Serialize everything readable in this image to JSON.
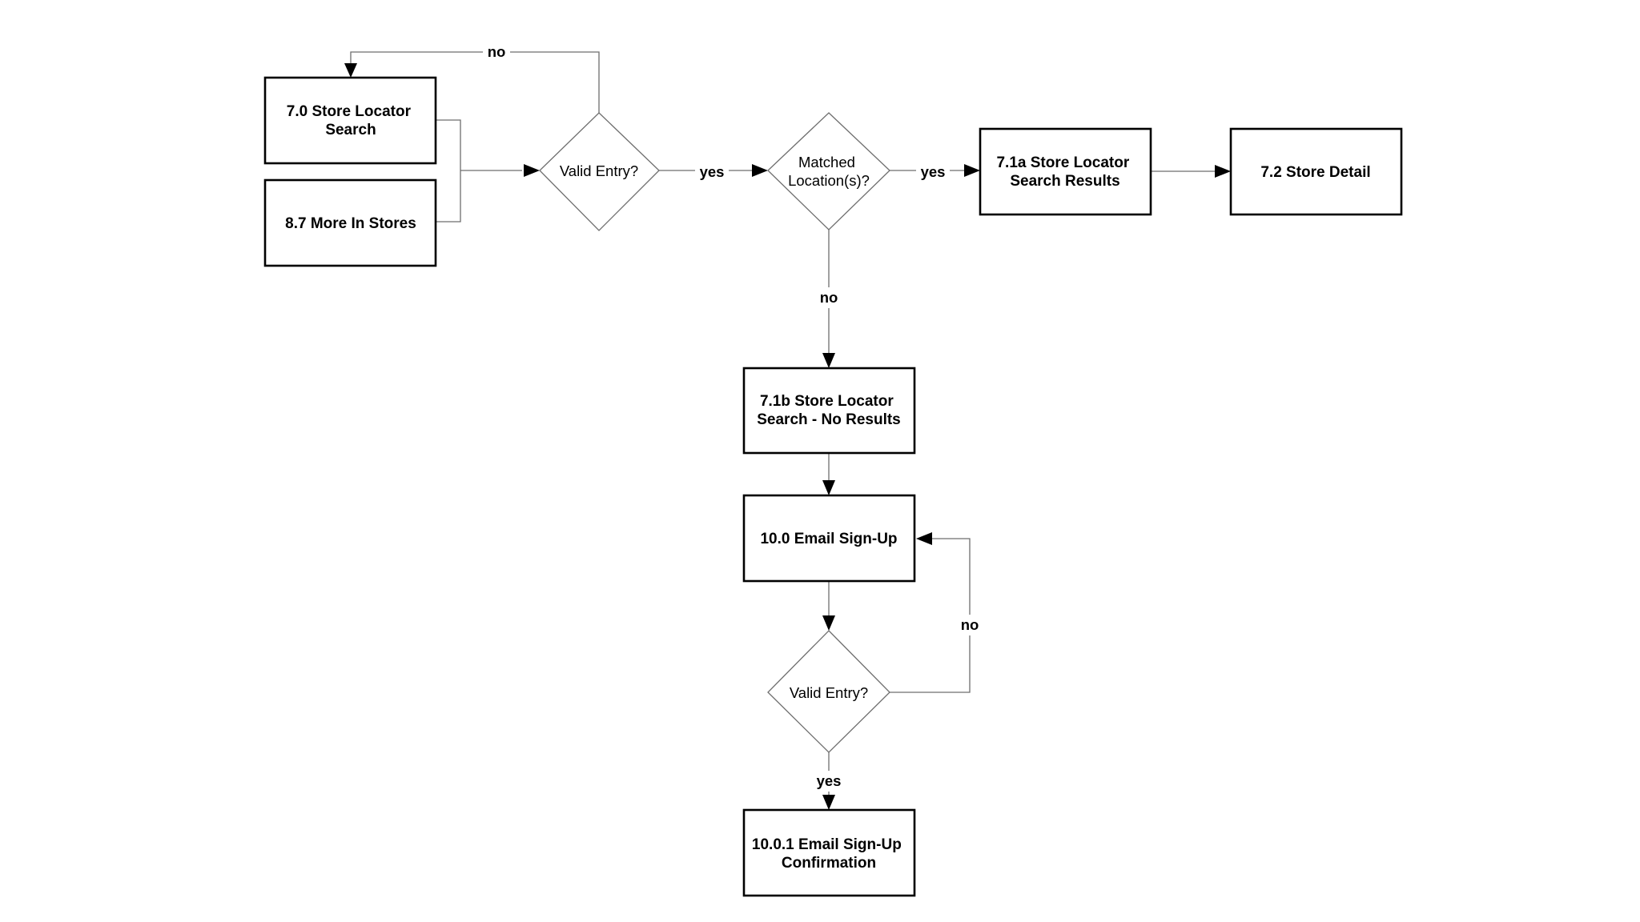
{
  "processes": {
    "store_locator_search": {
      "line1": "7.0 Store Locator",
      "line2": "Search"
    },
    "more_in_stores": {
      "line1": "8.7 More In Stores"
    },
    "search_results": {
      "line1": "7.1a Store Locator",
      "line2": "Search Results"
    },
    "store_detail": {
      "line1": "7.2 Store Detail"
    },
    "no_results": {
      "line1": "7.1b Store Locator",
      "line2": "Search - No Results"
    },
    "email_signup": {
      "line1": "10.0 Email Sign-Up"
    },
    "email_confirmation": {
      "line1": "10.0.1 Email Sign-Up",
      "line2": "Confirmation"
    }
  },
  "decisions": {
    "valid_entry_search": {
      "line1": "Valid Entry?"
    },
    "matched_locations": {
      "line1": "Matched",
      "line2": "Location(s)?"
    },
    "valid_entry_email": {
      "line1": "Valid Entry?"
    }
  },
  "edges": {
    "search_invalid": "no",
    "search_valid": "yes",
    "location_matched": "yes",
    "location_not_matched": "no",
    "email_invalid": "no",
    "email_valid": "yes"
  }
}
